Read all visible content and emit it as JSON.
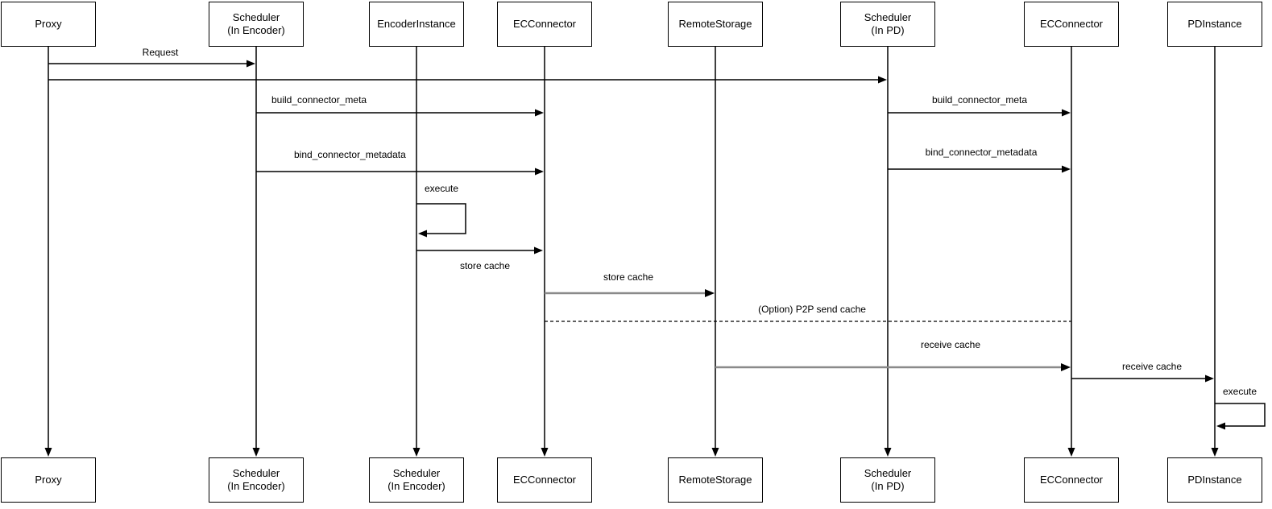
{
  "diagram": {
    "kind": "sequence-diagram",
    "colors": {
      "line": "#000000",
      "grey_arrow": "#8a8a8a",
      "box_fill": "#ffffff",
      "background": "#ffffff",
      "text": "#000000"
    },
    "actors": [
      {
        "id": "proxy",
        "top": {
          "line1": "Proxy"
        },
        "bottom": {
          "line1": "Proxy"
        }
      },
      {
        "id": "scheduler-encoder",
        "top": {
          "line1": "Scheduler",
          "line2": "(In Encoder)"
        },
        "bottom": {
          "line1": "Scheduler",
          "line2": "(In Encoder)"
        }
      },
      {
        "id": "encoder-instance",
        "top": {
          "line1": "EncoderInstance"
        },
        "bottom": {
          "line1": "Scheduler",
          "line2": "(In Encoder)"
        }
      },
      {
        "id": "ec-connector",
        "top": {
          "line1": "ECConnector"
        },
        "bottom": {
          "line1": "ECConnector"
        }
      },
      {
        "id": "remote-storage",
        "top": {
          "line1": "RemoteStorage"
        },
        "bottom": {
          "line1": "RemoteStorage"
        }
      },
      {
        "id": "scheduler-pd",
        "top": {
          "line1": "Scheduler",
          "line2": "(In PD)"
        },
        "bottom": {
          "line1": "Scheduler",
          "line2": "(In PD)"
        }
      },
      {
        "id": "ec-connector-pd",
        "top": {
          "line1": "ECConnector"
        },
        "bottom": {
          "line1": "ECConnector"
        }
      },
      {
        "id": "pd-instance",
        "top": {
          "line1": "PDInstance"
        },
        "bottom": {
          "line1": "PDInstance"
        }
      }
    ],
    "messages": [
      {
        "label": "Request",
        "from": "Proxy",
        "to": "Scheduler (In Encoder)",
        "style": "solid"
      },
      {
        "label": "",
        "from": "Proxy",
        "to": "Scheduler (In PD)",
        "style": "solid"
      },
      {
        "label": "build_connector_meta",
        "from": "Scheduler (In Encoder)",
        "to": "ECConnector",
        "style": "solid"
      },
      {
        "label": "build_connector_meta",
        "from": "Scheduler (In PD)",
        "to": "ECConnector (PD)",
        "style": "solid"
      },
      {
        "label": "bind_connector_metadata",
        "from": "Scheduler (In Encoder)",
        "to": "ECConnector",
        "style": "solid"
      },
      {
        "label": "bind_connector_metadata",
        "from": "Scheduler (In PD)",
        "to": "ECConnector (PD)",
        "style": "solid"
      },
      {
        "label": "execute",
        "from": "EncoderInstance",
        "to": "EncoderInstance",
        "style": "self"
      },
      {
        "label": "store cache",
        "from": "EncoderInstance",
        "to": "ECConnector",
        "style": "solid",
        "label_position": "below"
      },
      {
        "label": "store cache",
        "from": "ECConnector",
        "to": "RemoteStorage",
        "style": "solid-grey"
      },
      {
        "label": "(Option) P2P send cache",
        "from": "ECConnector",
        "to": "ECConnector (PD)",
        "style": "dashed"
      },
      {
        "label": "receive cache",
        "from": "RemoteStorage",
        "to": "ECConnector (PD)",
        "style": "solid-grey"
      },
      {
        "label": "receive cache",
        "from": "ECConnector (PD)",
        "to": "PDInstance",
        "style": "solid"
      },
      {
        "label": "execute",
        "from": "PDInstance",
        "to": "PDInstance",
        "style": "self"
      }
    ]
  }
}
